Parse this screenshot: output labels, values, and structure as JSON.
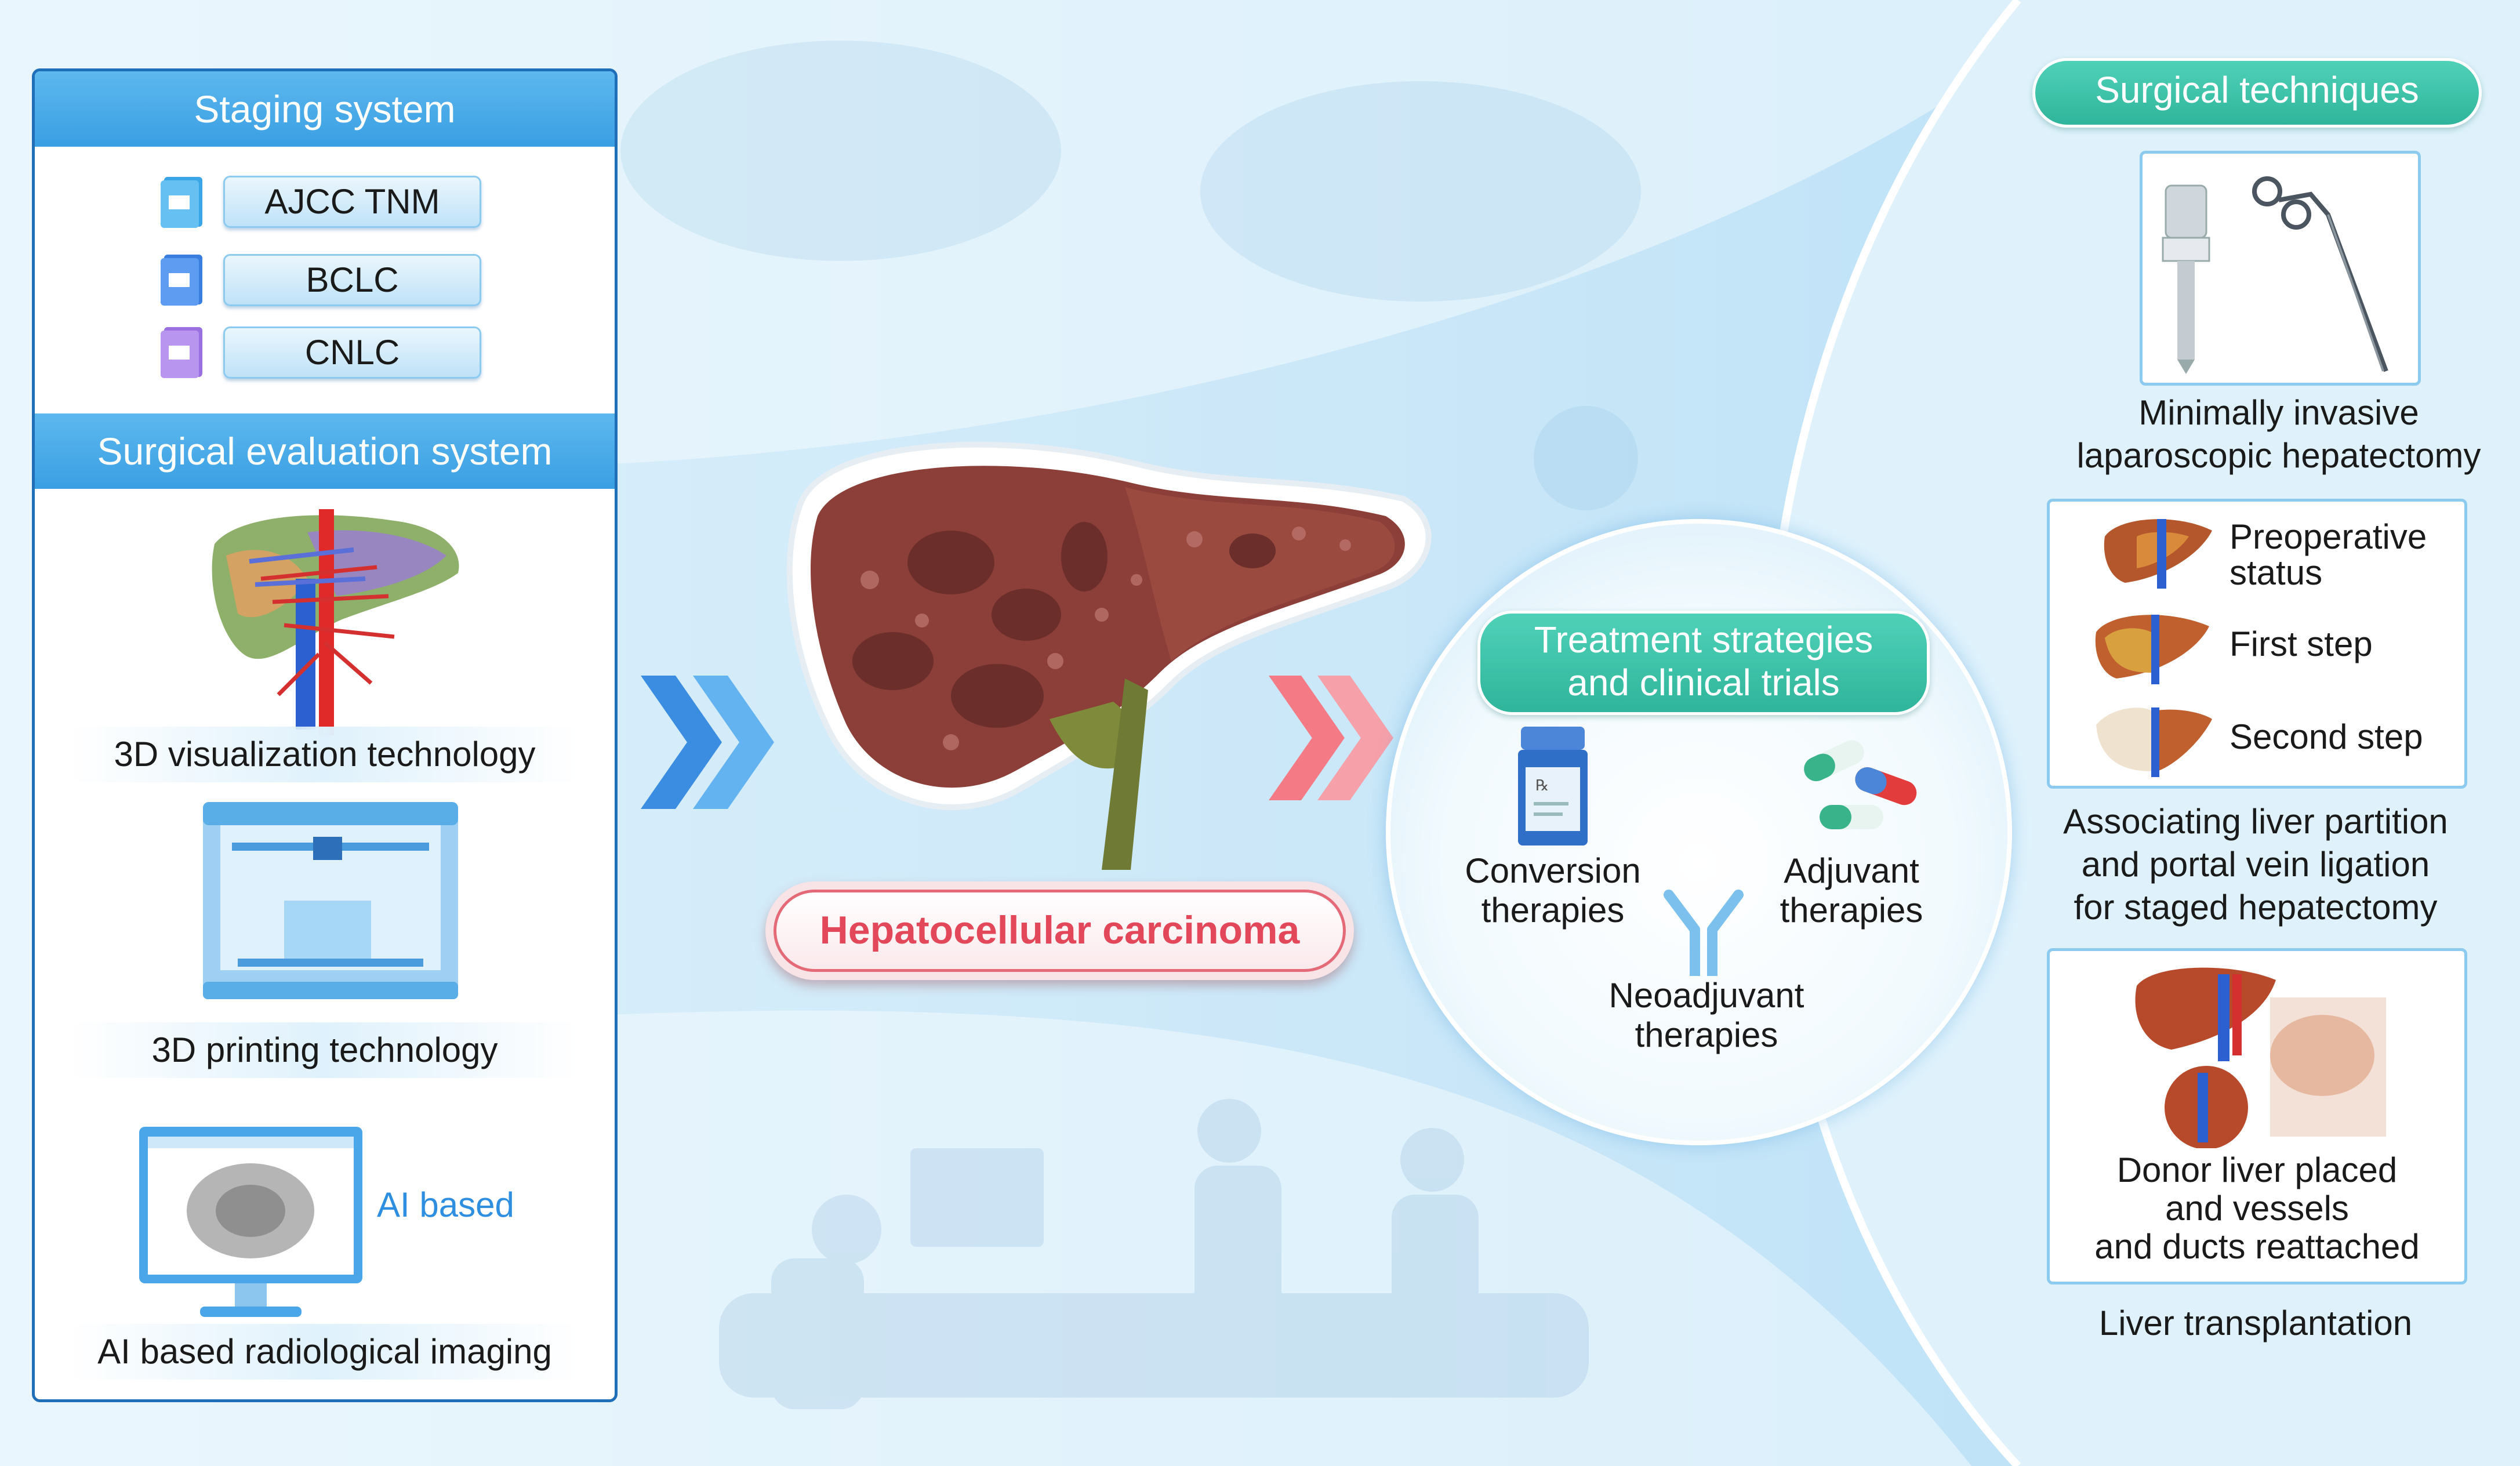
{
  "left_panel": {
    "staging_title": "Staging system",
    "staging_items": [
      "AJCC TNM",
      "BCLC",
      "CNLC"
    ],
    "evaluation_title": "Surgical evaluation system",
    "captions": {
      "viz3d": "3D visualization technology",
      "print3d": "3D printing technology",
      "ai_imaging": "AI based radiological imaging"
    },
    "ai_label": "AI based"
  },
  "center": {
    "hcc_label": "Hepatocellular carcinoma"
  },
  "treatment": {
    "title_line1": "Treatment strategies",
    "title_line2": "and clinical trials",
    "conversion_l1": "Conversion",
    "conversion_l2": "therapies",
    "adjuvant_l1": "Adjuvant",
    "adjuvant_l2": "therapies",
    "neo_l1": "Neoadjuvant",
    "neo_l2": "therapies"
  },
  "surgical": {
    "title": "Surgical techniques",
    "lap_l1": "Minimally invasive",
    "lap_l2": "laparoscopic hepatectomy",
    "steps": [
      "Preoperative",
      "status",
      "First step",
      "Second step"
    ],
    "alpps_l1": "Associating liver partition",
    "alpps_l2": "and portal vein ligation",
    "alpps_l3": "for staged hepatectomy",
    "donor_l1": "Donor liver placed",
    "donor_l2": "and vessels",
    "donor_l3": "and ducts reattached",
    "transplant": "Liver transplantation"
  },
  "colors": {
    "blue_band": "#3a9fe3",
    "teal": "#2fb59b",
    "hcc_red": "#e3485a",
    "ai_blue": "#2e8fe0"
  }
}
